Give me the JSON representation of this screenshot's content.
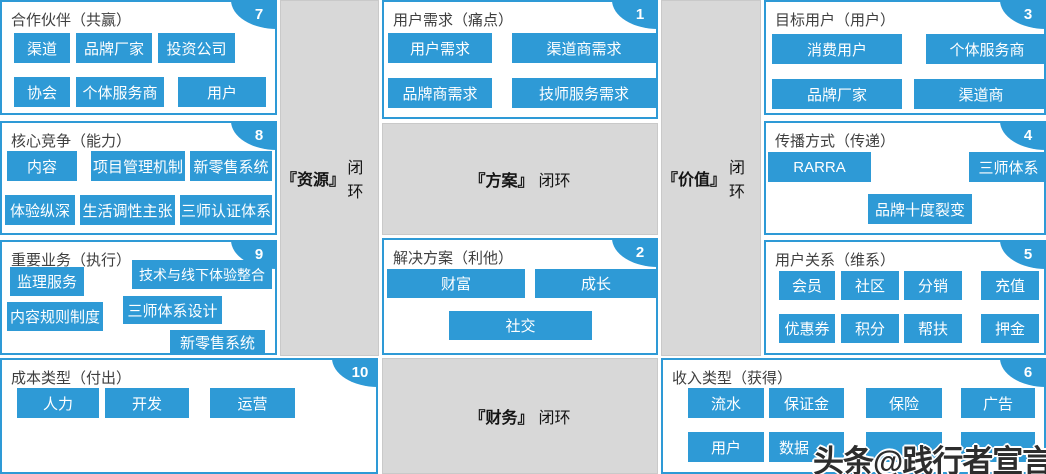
{
  "colors": {
    "accent_blue": "#2e9ad6",
    "panel_gray": "#d8d8d8",
    "header_text": "#3f3f3f",
    "tag_text": "#ffffff",
    "watermark_text": "#2d2d2d"
  },
  "blocks": {
    "partners": {
      "title": "合作伙伴（共赢）",
      "badge": "7",
      "tags": [
        "渠道",
        "品牌厂家",
        "投资公司",
        "协会",
        "个体服务商",
        "用户"
      ]
    },
    "core_competence": {
      "title": "核心竞争（能力）",
      "badge": "8",
      "tags": [
        "内容",
        "项目管理机制",
        "新零售系统",
        "体验纵深",
        "生活调性主张",
        "三师认证体系"
      ]
    },
    "key_business": {
      "title": "重要业务（执行）",
      "badge": "9",
      "tags": [
        "监理服务",
        "技术与线下体验整合",
        "内容规则制度",
        "三师体系设计",
        "新零售系统"
      ]
    },
    "cost": {
      "title": "成本类型（付出）",
      "badge": "10",
      "tags": [
        "人力",
        "开发",
        "运营"
      ]
    },
    "user_needs": {
      "title": "用户需求（痛点）",
      "badge": "1",
      "tags": [
        "用户需求",
        "渠道商需求",
        "品牌商需求",
        "技师服务需求"
      ]
    },
    "solution": {
      "title": "解决方案（利他）",
      "badge": "2",
      "tags": [
        "财富",
        "成长",
        "社交"
      ]
    },
    "target_users": {
      "title": "目标用户（用户）",
      "badge": "3",
      "tags": [
        "消费用户",
        "个体服务商",
        "品牌厂家",
        "渠道商"
      ]
    },
    "spread": {
      "title": "传播方式（传递）",
      "badge": "4",
      "tags": [
        "RARRA",
        "三师体系",
        "品牌十度裂变"
      ]
    },
    "relations": {
      "title": "用户关系（维系）",
      "badge": "5",
      "tags": [
        "会员",
        "社区",
        "分销",
        "充值",
        "优惠券",
        "积分",
        "帮扶",
        "押金"
      ]
    },
    "income": {
      "title": "收入类型（获得）",
      "badge": "6",
      "tags": [
        "流水",
        "保证金",
        "保险",
        "广告",
        "用户",
        "数据",
        "",
        ""
      ]
    }
  },
  "loops": {
    "resource": {
      "name": "『资源』",
      "suffix": "闭环"
    },
    "plan": {
      "name": "『方案』",
      "suffix": "闭环"
    },
    "value": {
      "name": "『价值』",
      "suffix": "闭环"
    },
    "finance": {
      "name": "『财务』",
      "suffix": "闭环"
    }
  },
  "watermark": "头条@践行者宣言"
}
